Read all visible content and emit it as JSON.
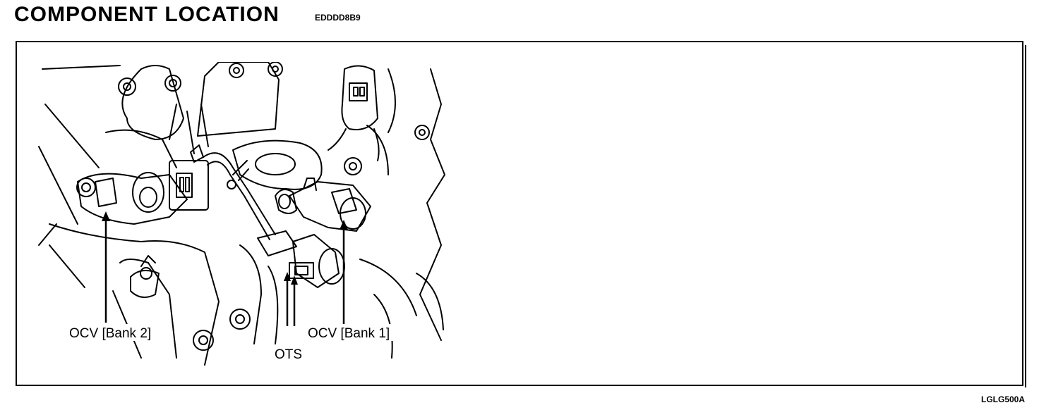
{
  "header": {
    "title": "COMPONENT LOCATION",
    "code": "EDDDD8B9"
  },
  "figure": {
    "labels": {
      "ocv_bank2": "OCV [Bank 2]",
      "ocv_bank1": "OCV [Bank 1]",
      "ots": "OTS"
    },
    "figure_id": "LGLG500A"
  }
}
